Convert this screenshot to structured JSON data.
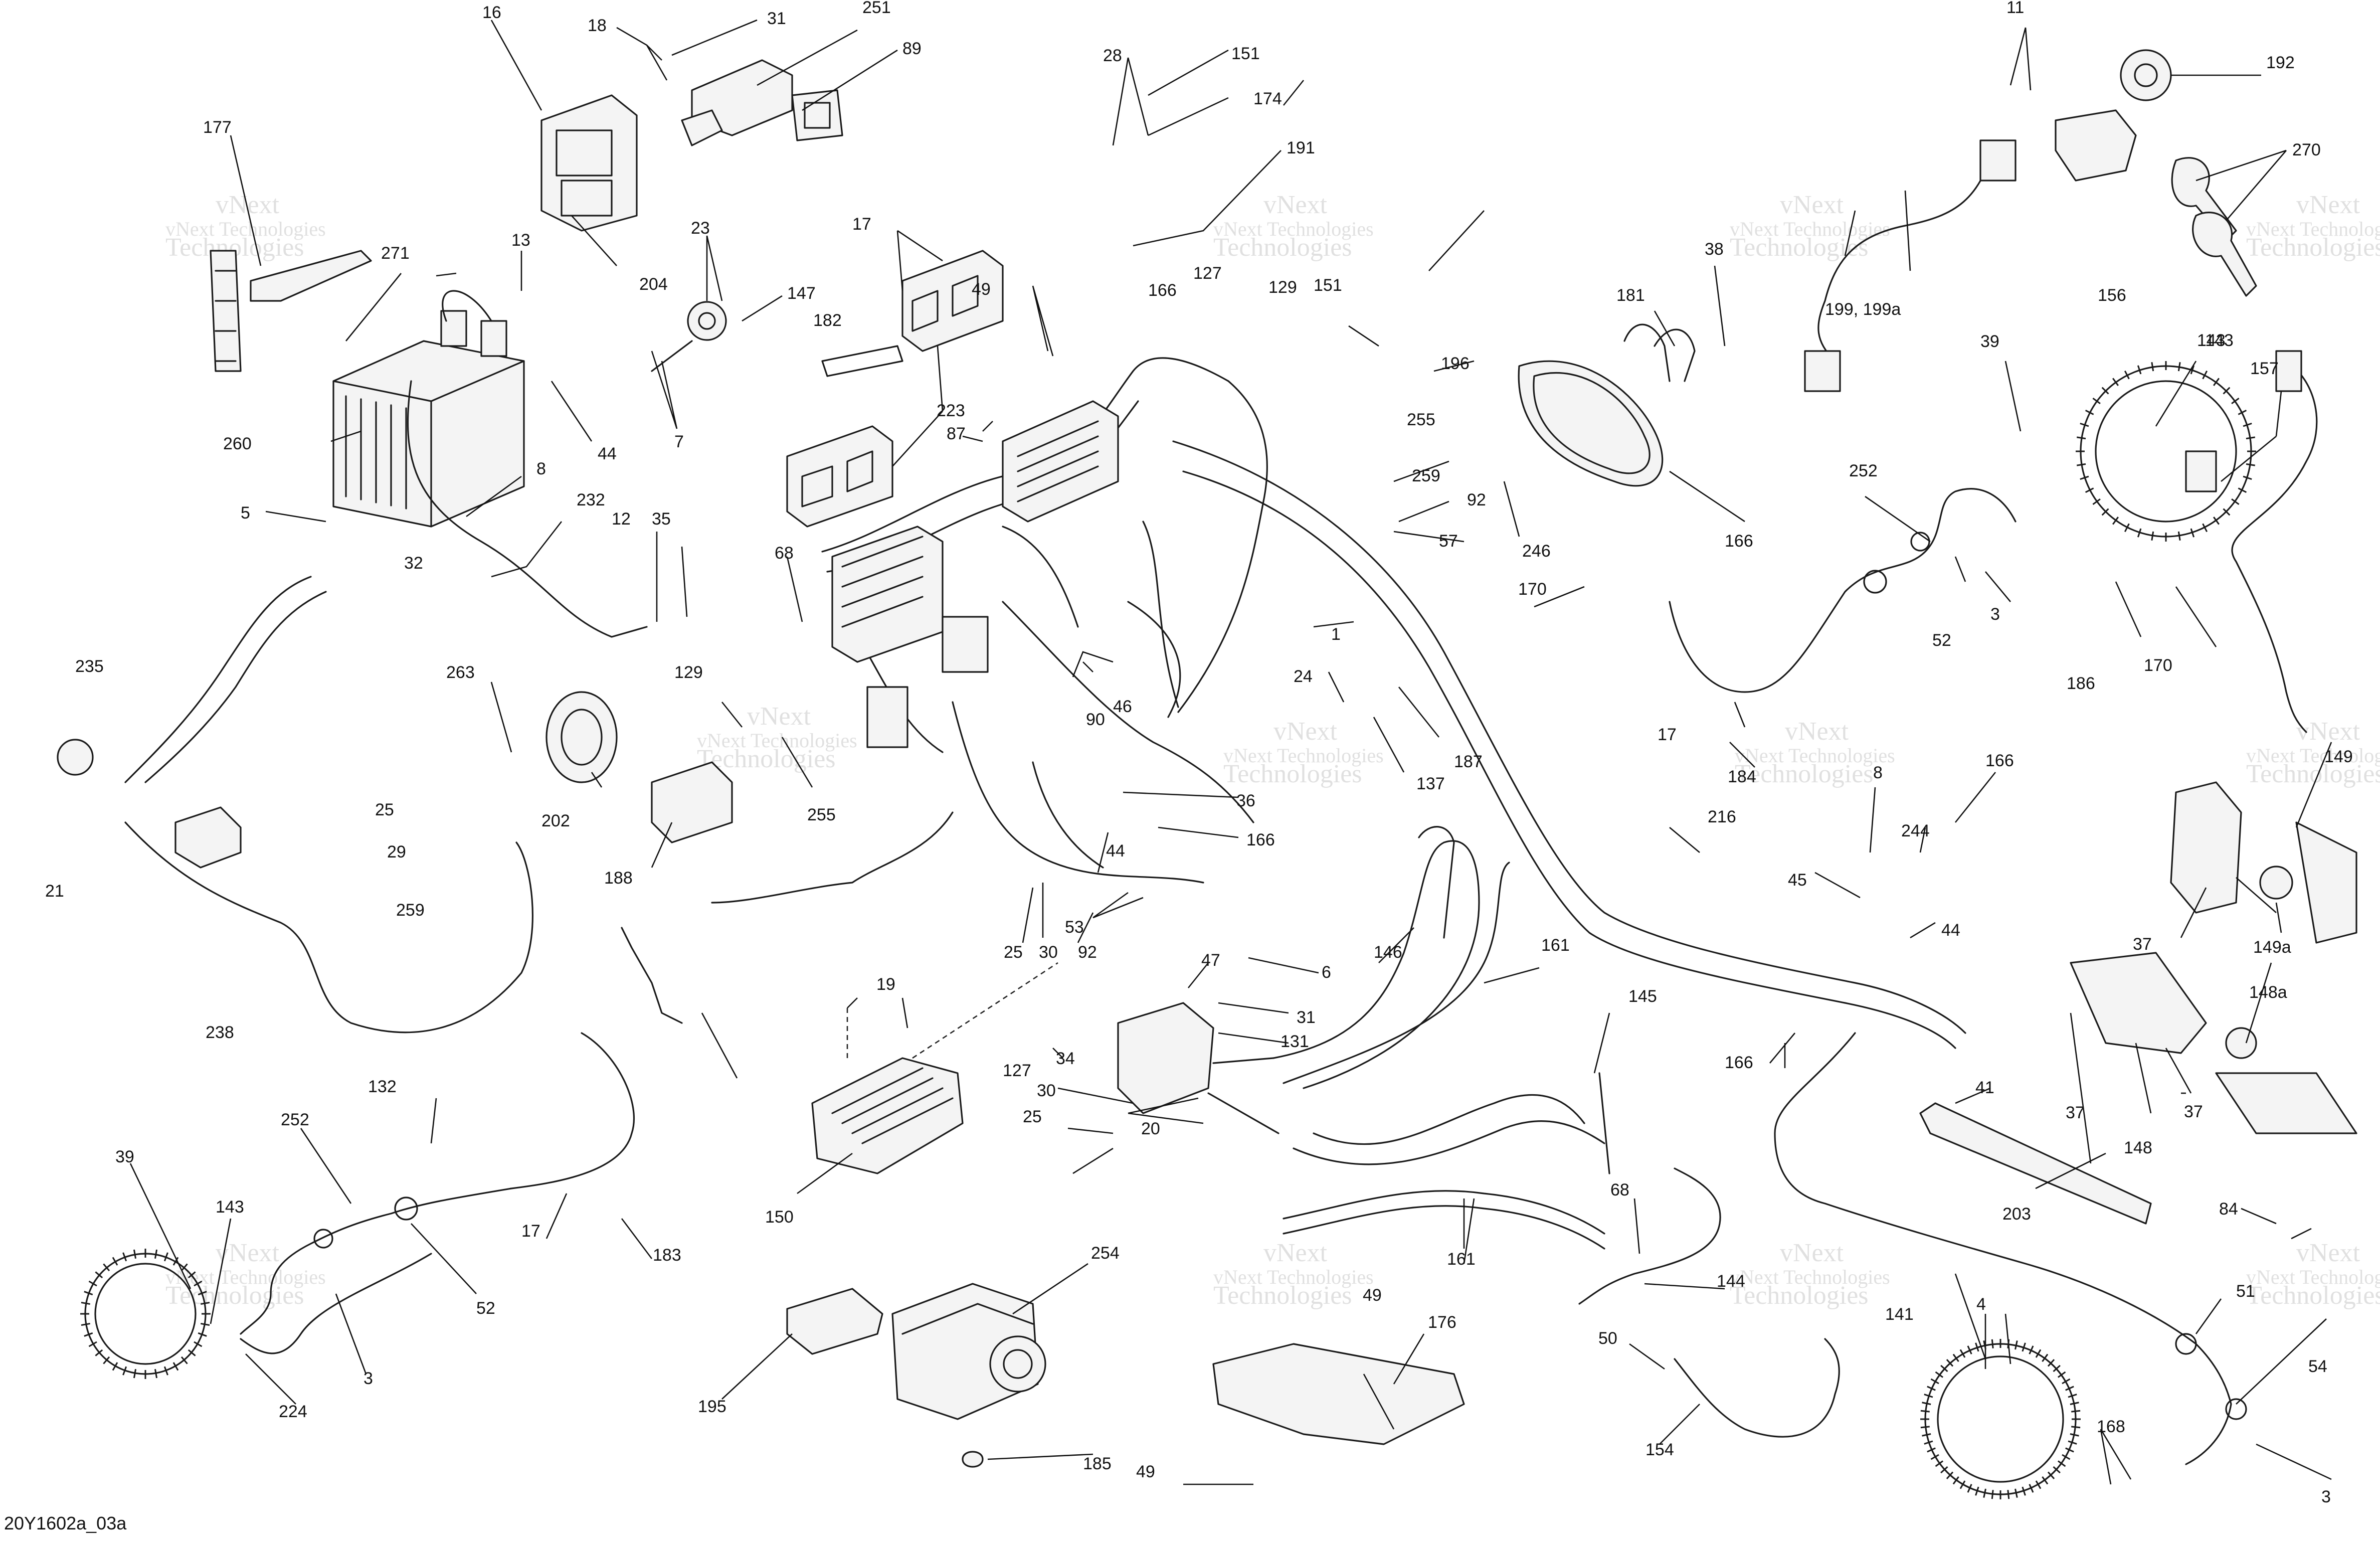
{
  "reference": "20Y1602a_03a",
  "watermark": {
    "line1": "vNext Technologies",
    "line2": "vNext",
    "line3": "Technologies"
  },
  "callouts": [
    "16",
    "18",
    "31",
    "251",
    "89",
    "177",
    "271",
    "13",
    "204",
    "23",
    "17",
    "147",
    "182",
    "223",
    "260",
    "44",
    "7",
    "8",
    "5",
    "32",
    "232",
    "12",
    "35",
    "28",
    "151",
    "174",
    "191",
    "166",
    "127",
    "129",
    "151",
    "196",
    "255",
    "259",
    "92",
    "57",
    "246",
    "49",
    "87",
    "68",
    "263",
    "202",
    "129",
    "255",
    "188",
    "21",
    "235",
    "25",
    "29",
    "259",
    "238",
    "90",
    "46",
    "1",
    "24",
    "187",
    "137",
    "170",
    "36",
    "44",
    "166",
    "53",
    "92",
    "25",
    "30",
    "19",
    "47",
    "6",
    "31",
    "131",
    "34",
    "127",
    "30",
    "20",
    "25",
    "150",
    "146",
    "161",
    "145",
    "161",
    "132",
    "252",
    "39",
    "143",
    "17",
    "183",
    "52",
    "3",
    "224",
    "254",
    "195",
    "49",
    "176",
    "185",
    "49",
    "68",
    "50",
    "154",
    "4",
    "141",
    "144",
    "51",
    "54",
    "168",
    "3",
    "11",
    "192",
    "270",
    "199, 199a",
    "156",
    "39",
    "143",
    "157",
    "252",
    "3",
    "170",
    "186",
    "17",
    "184",
    "8",
    "166",
    "244",
    "45",
    "44",
    "216",
    "166",
    "41",
    "148a",
    "37",
    "149",
    "149a",
    "37",
    "148",
    "37",
    "203",
    "84",
    "181",
    "38",
    "52",
    "143",
    "166"
  ]
}
